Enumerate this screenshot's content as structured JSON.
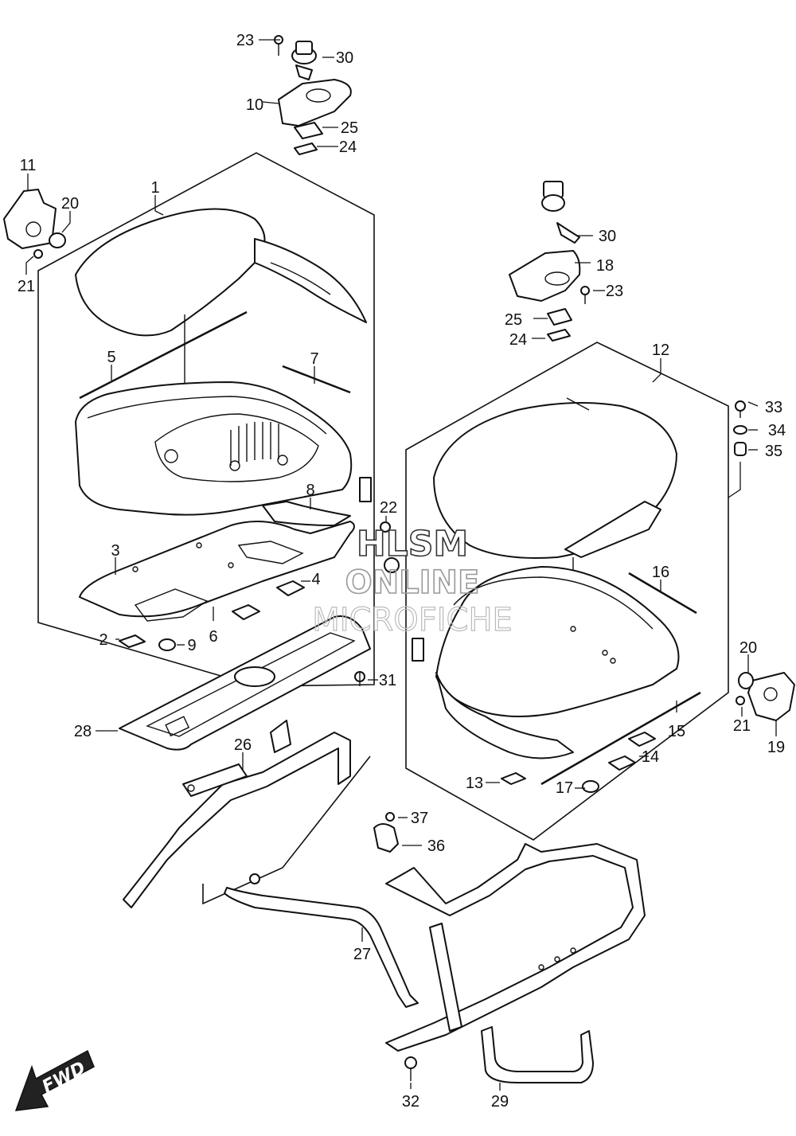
{
  "watermark": {
    "line1": "HLSM",
    "line2": "ONLINE",
    "line3": "MICROFICHE"
  },
  "direction_arrow": {
    "label": "FWD",
    "icon": "fwd-arrow-icon"
  },
  "callouts": [
    {
      "id": "c1",
      "label": "1"
    },
    {
      "id": "c2",
      "label": "2"
    },
    {
      "id": "c3",
      "label": "3"
    },
    {
      "id": "c4",
      "label": "4"
    },
    {
      "id": "c5",
      "label": "5"
    },
    {
      "id": "c6",
      "label": "6"
    },
    {
      "id": "c7",
      "label": "7"
    },
    {
      "id": "c8",
      "label": "8"
    },
    {
      "id": "c9",
      "label": "9"
    },
    {
      "id": "c10",
      "label": "10"
    },
    {
      "id": "c11",
      "label": "11"
    },
    {
      "id": "c12",
      "label": "12"
    },
    {
      "id": "c13",
      "label": "13"
    },
    {
      "id": "c14",
      "label": "14"
    },
    {
      "id": "c15",
      "label": "15"
    },
    {
      "id": "c16",
      "label": "16"
    },
    {
      "id": "c17",
      "label": "17"
    },
    {
      "id": "c18",
      "label": "18"
    },
    {
      "id": "c19",
      "label": "19"
    },
    {
      "id": "c20a",
      "label": "20"
    },
    {
      "id": "c20b",
      "label": "20"
    },
    {
      "id": "c21a",
      "label": "21"
    },
    {
      "id": "c21b",
      "label": "21"
    },
    {
      "id": "c22",
      "label": "22"
    },
    {
      "id": "c23a",
      "label": "23"
    },
    {
      "id": "c23b",
      "label": "23"
    },
    {
      "id": "c24a",
      "label": "24"
    },
    {
      "id": "c24b",
      "label": "24"
    },
    {
      "id": "c25a",
      "label": "25"
    },
    {
      "id": "c25b",
      "label": "25"
    },
    {
      "id": "c26",
      "label": "26"
    },
    {
      "id": "c27",
      "label": "27"
    },
    {
      "id": "c28",
      "label": "28"
    },
    {
      "id": "c29",
      "label": "29"
    },
    {
      "id": "c30a",
      "label": "30"
    },
    {
      "id": "c30b",
      "label": "30"
    },
    {
      "id": "c31",
      "label": "31"
    },
    {
      "id": "c32",
      "label": "32"
    },
    {
      "id": "c33",
      "label": "33"
    },
    {
      "id": "c34",
      "label": "34"
    },
    {
      "id": "c35",
      "label": "35"
    },
    {
      "id": "c36",
      "label": "36"
    },
    {
      "id": "c37",
      "label": "37"
    }
  ]
}
